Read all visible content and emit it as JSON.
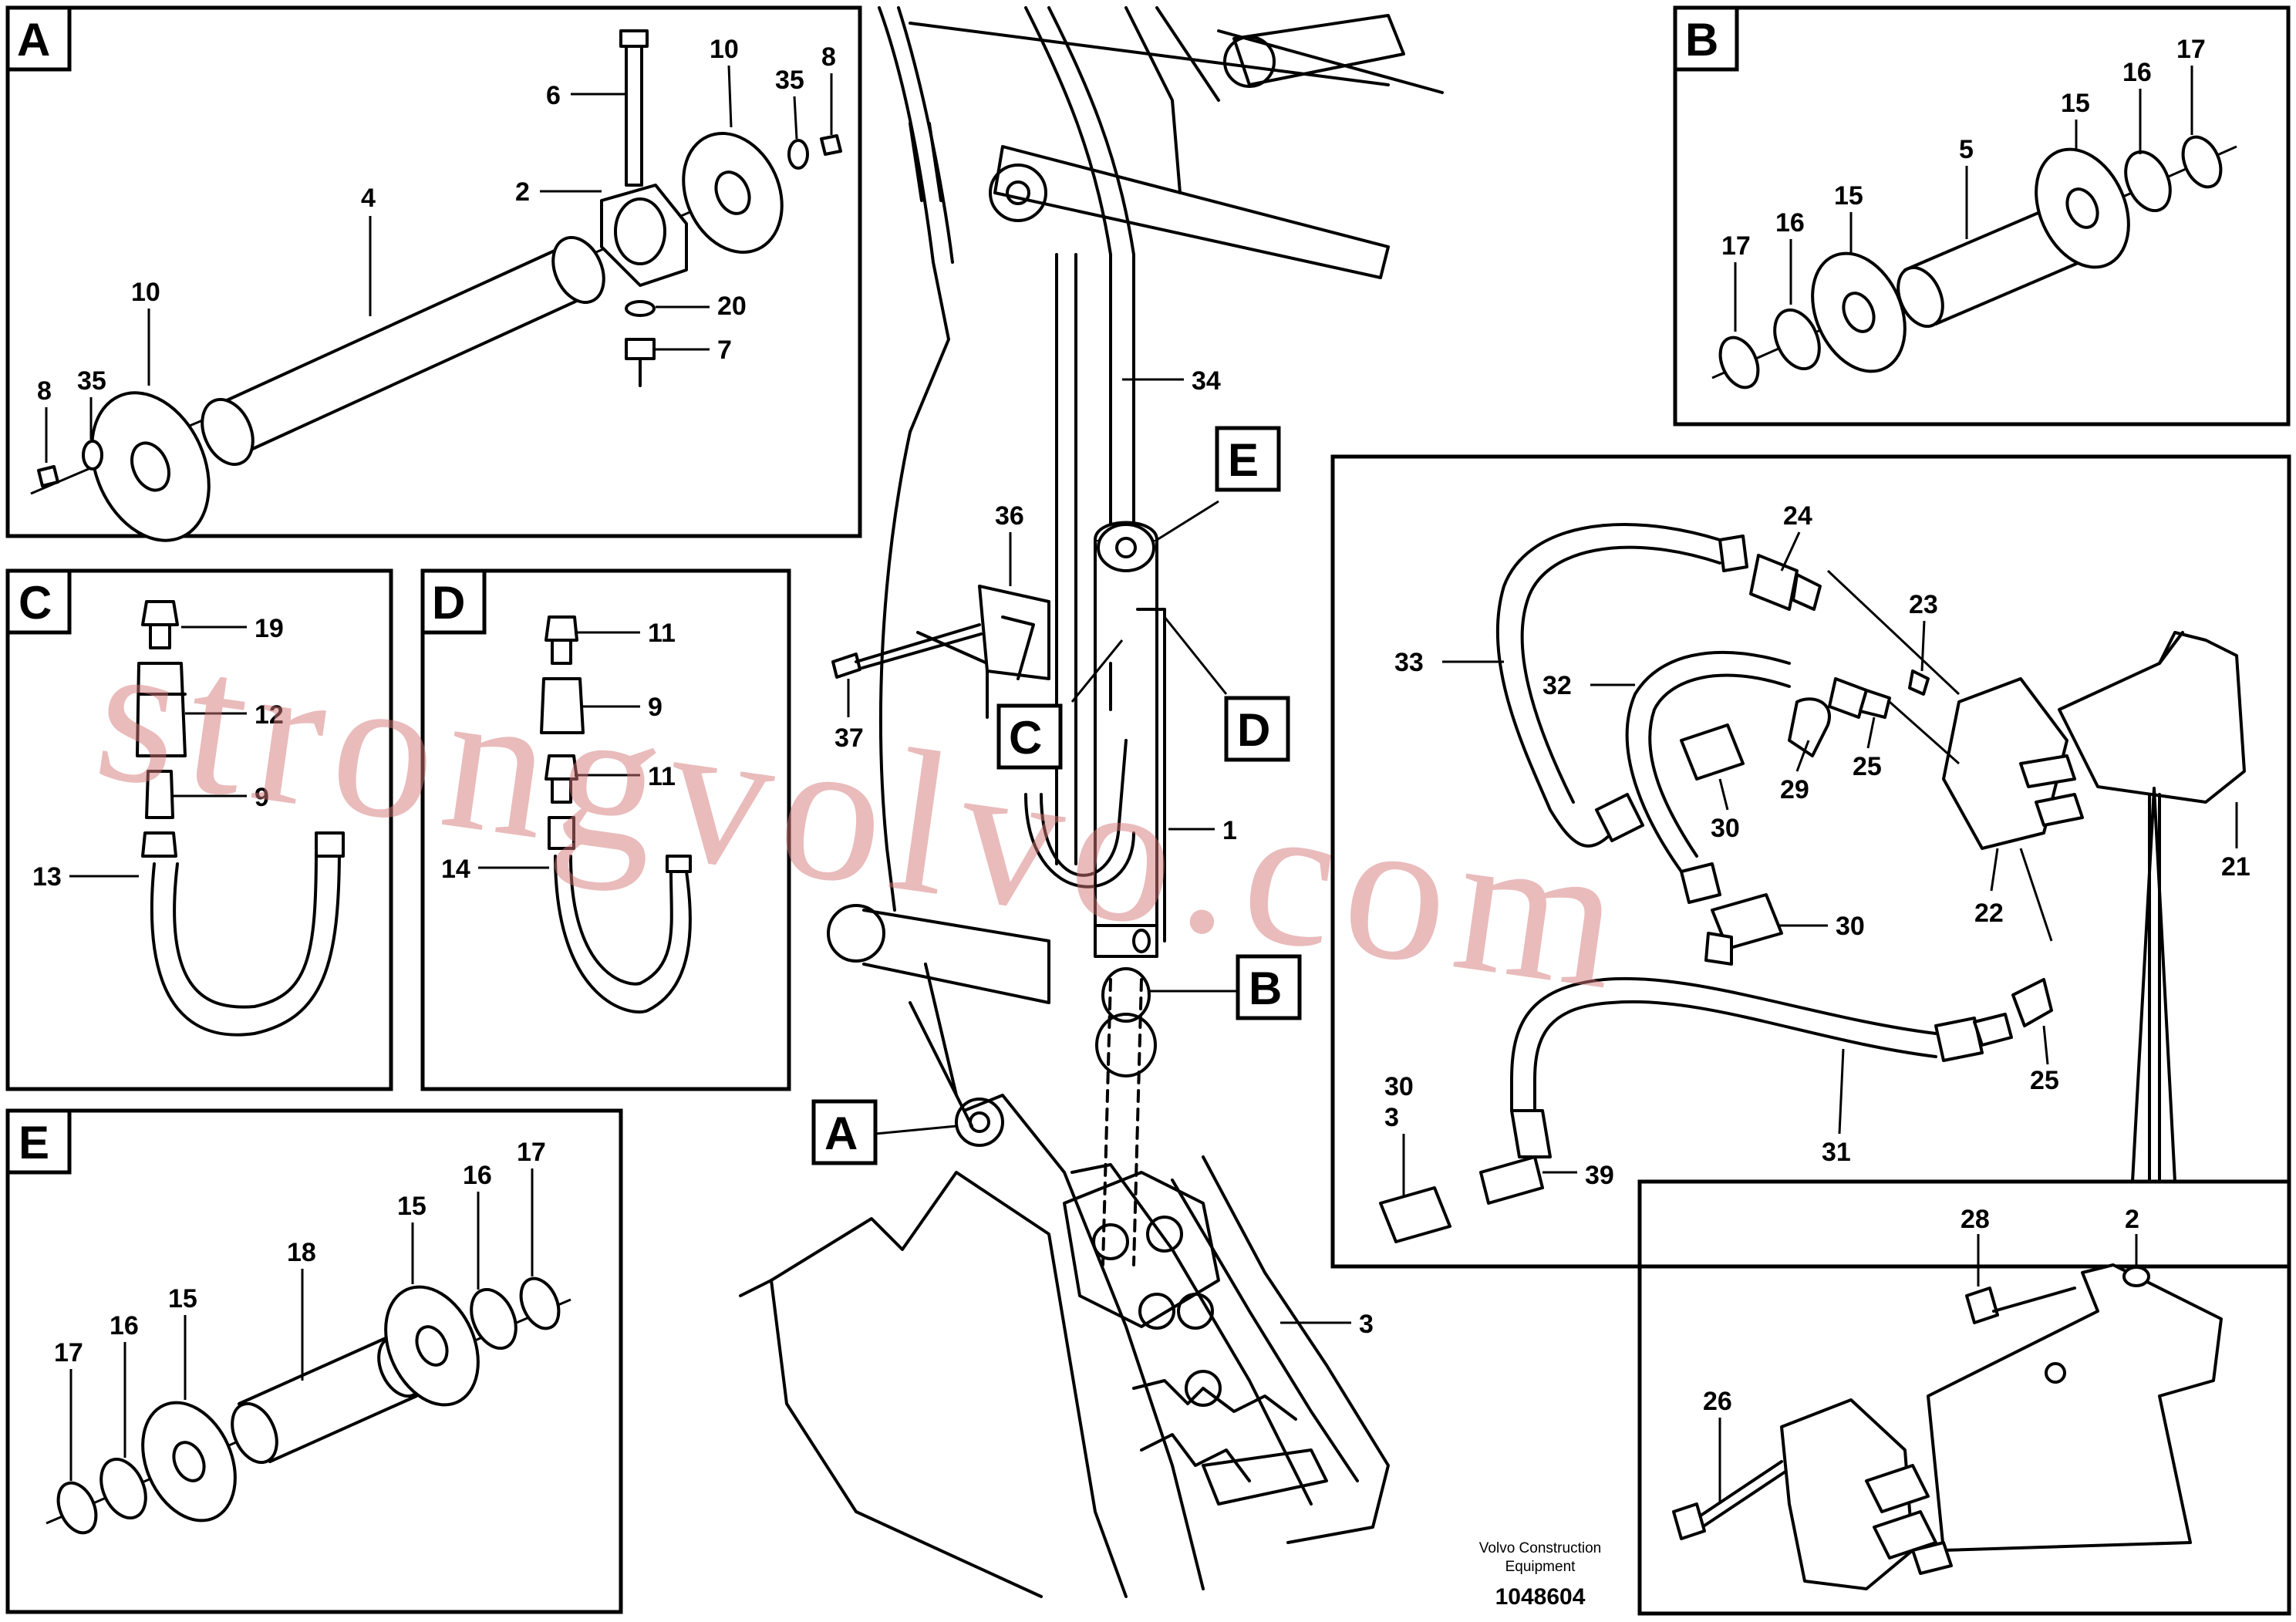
{
  "panels": {
    "A": "A",
    "B": "B",
    "C": "C",
    "D": "D",
    "E": "E"
  },
  "callout_tags": [
    "E",
    "C",
    "D",
    "B",
    "A"
  ],
  "part_numbers": {
    "panelA": [
      "10",
      "35",
      "8",
      "6",
      "2",
      "4",
      "10",
      "20",
      "7",
      "8",
      "35"
    ],
    "panelB": [
      "17",
      "16",
      "15",
      "5",
      "15",
      "16",
      "17"
    ],
    "panelC": [
      "19",
      "12",
      "9",
      "13"
    ],
    "panelD": [
      "11",
      "9",
      "11",
      "14"
    ],
    "panelE": [
      "17",
      "16",
      "15",
      "18",
      "15",
      "16",
      "17"
    ],
    "main": [
      "34",
      "36",
      "37",
      "1",
      "3"
    ],
    "hoses": [
      "24",
      "23",
      "33",
      "32",
      "29",
      "25",
      "30",
      "30",
      "22",
      "21",
      "25",
      "31",
      "39",
      "30",
      "3"
    ],
    "detail": [
      "28",
      "2",
      "26"
    ]
  },
  "footer": {
    "brand": "Volvo Construction",
    "brand2": "Equipment",
    "drawing_number": "1048604"
  },
  "watermark": "strongvolvo.com"
}
